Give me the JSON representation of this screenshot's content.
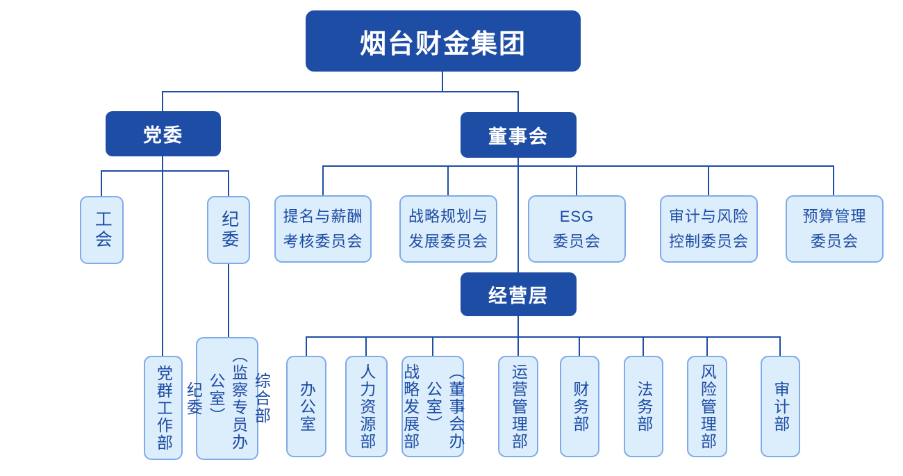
{
  "palette": {
    "primary_dark_blue": "#1E4DA5",
    "node_fill_light_blue": "#DCEDFB",
    "node_border_light_blue": "#7FABE8",
    "node_text_blue": "#1D4CA3",
    "connector_line": "#1E4DA5",
    "background": "#FFFFFF"
  },
  "org": {
    "root": {
      "label": "烟台财金集团"
    },
    "party": {
      "label": "党委",
      "children": {
        "union": {
          "label": "工会"
        },
        "discipline_committee": {
          "label": "纪委"
        },
        "party_mass_work_dept": {
          "label": "党群工作部"
        },
        "general_dept_supervision_office": {
          "label": "综合部\n（监察专员办公室）\n纪委"
        }
      }
    },
    "board": {
      "label": "董事会",
      "committees": [
        {
          "label": "提名与薪酬\n考核委员会"
        },
        {
          "label": "战略规划与\n发展委员会"
        },
        {
          "label": "ESG\n委员会"
        },
        {
          "label": "审计与风险\n控制委员会"
        },
        {
          "label": "预算管理\n委员会"
        }
      ]
    },
    "management": {
      "label": "经营层",
      "departments": [
        {
          "label": "办公室"
        },
        {
          "label": "人力资源部"
        },
        {
          "label": "（董事会办公室）\n战略发展部"
        },
        {
          "label": "运营管理部"
        },
        {
          "label": "财务部"
        },
        {
          "label": "法务部"
        },
        {
          "label": "风险管理部"
        },
        {
          "label": "审计部"
        }
      ]
    }
  }
}
